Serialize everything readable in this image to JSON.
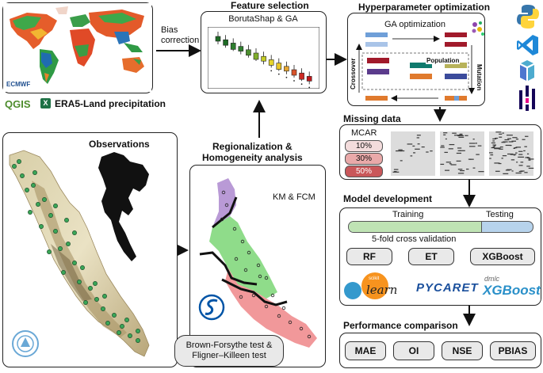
{
  "precip": {
    "agency_logo": "ECMWF",
    "qgis_logo": "QGIS",
    "caption": "ERA5-Land precipitation"
  },
  "bias_label": "Bias\ncorrection",
  "feature": {
    "heading": "Feature selection",
    "subtitle": "BorutaShap & GA",
    "box_colors": [
      "#1e6b25",
      "#1e6b25",
      "#2f7f2f",
      "#2f7f2f",
      "#4d8f30",
      "#7fae2b",
      "#c4cc24",
      "#e6d42b",
      "#e8c628",
      "#e6a531",
      "#d9532a",
      "#cc2a24",
      "#c0181c"
    ]
  },
  "hyper": {
    "heading": "Hyperparameter optimization",
    "subtitle": "GA optimization",
    "crossover": "Crossover",
    "population": "Population",
    "mutation": "Mutation"
  },
  "observations": {
    "heading": "Observations",
    "department_logo": "ROYAL IRRIGATION DEPARTMENT"
  },
  "regional": {
    "heading": "Regionalization &\nHomogeneity analysis",
    "method": "KM & FCM",
    "tests": "Brown-Forsythe test &\nFligner–Killeen test"
  },
  "missing": {
    "heading": "Missing data",
    "mcar": "MCAR",
    "levels": [
      "10%",
      "30%",
      "50%"
    ]
  },
  "model": {
    "heading": "Model development",
    "training": "Training",
    "testing": "Testing",
    "cv": "5-fold cross validation",
    "models": [
      "RF",
      "ET",
      "XGBoost"
    ],
    "logos": {
      "sklearn_top": "scikit",
      "sklearn": "learn",
      "pycaret": "PYCARET",
      "dmlc": "dmlc",
      "xgboost": "XGBoost"
    }
  },
  "performance": {
    "heading": "Performance comparison",
    "metrics": [
      "MAE",
      "OI",
      "NSE",
      "PBIAS"
    ]
  },
  "colors": {
    "accent_green": "#2e8b3c",
    "training": "#bfe3b4",
    "testing": "#b7d3ec",
    "mcar1": "#f3dcdc",
    "mcar2": "#e9a9a9",
    "mcar3": "#c9575a"
  }
}
